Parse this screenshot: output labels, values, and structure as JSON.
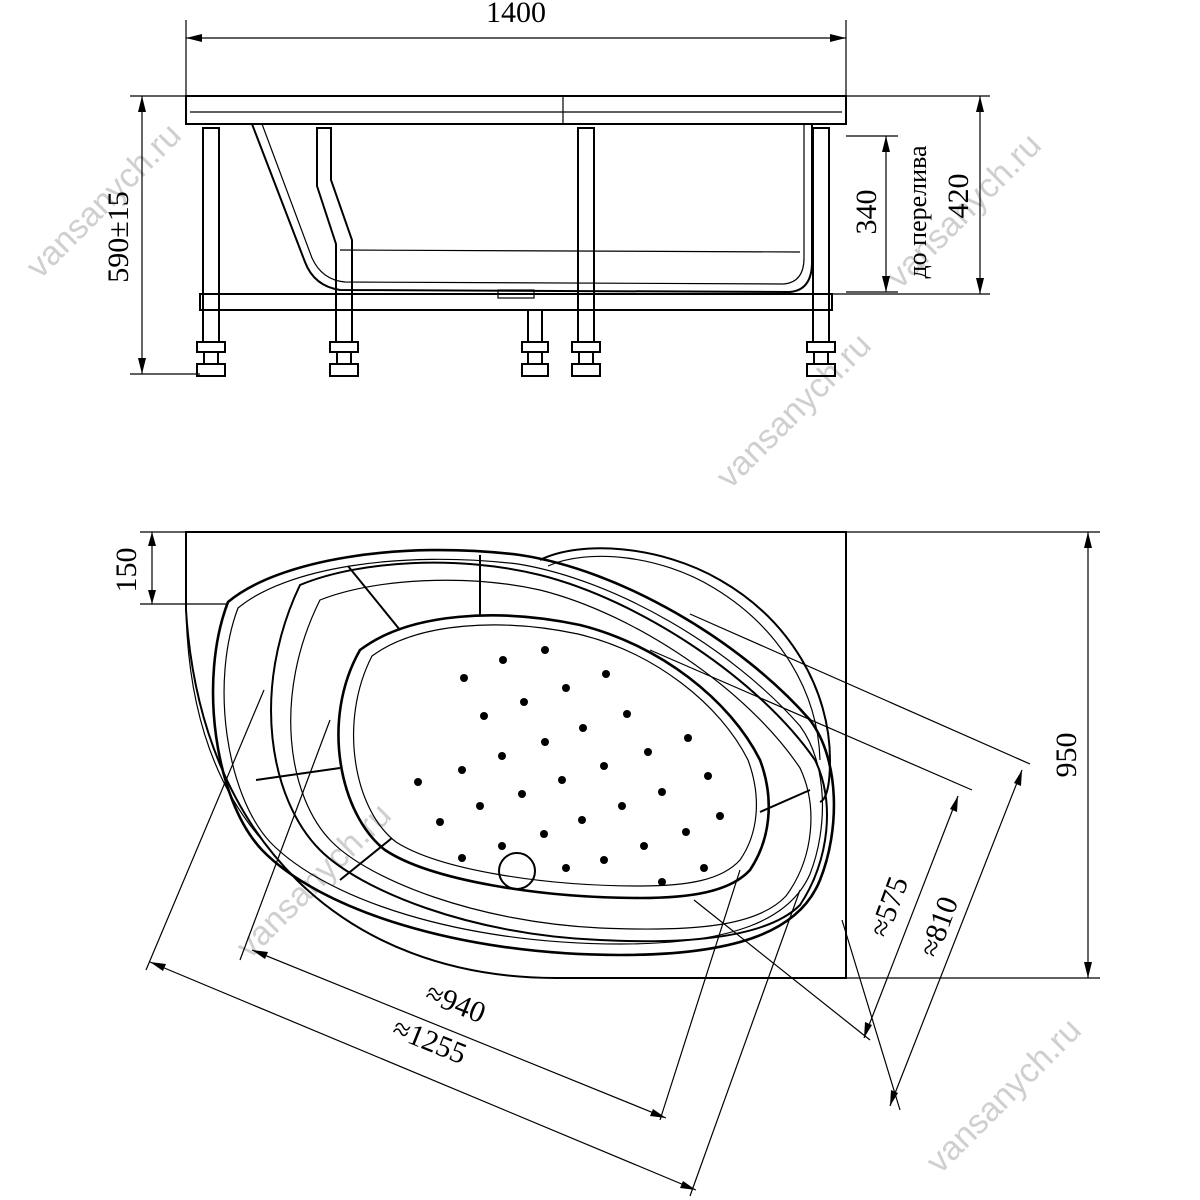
{
  "watermark": {
    "text": "vansanych.ru",
    "color": "#cfcfcf"
  },
  "side_view": {
    "width_label": "1400",
    "height_label": "590±15",
    "depth_label": "340",
    "overflow_note": "до перелива",
    "rim_label": "420"
  },
  "top_view": {
    "rim_label": "150",
    "depth_label": "950",
    "inner_width_label": "≈575",
    "outer_width_label": "≈810",
    "inner_length_label": "≈940",
    "outer_length_label": "≈1255"
  }
}
